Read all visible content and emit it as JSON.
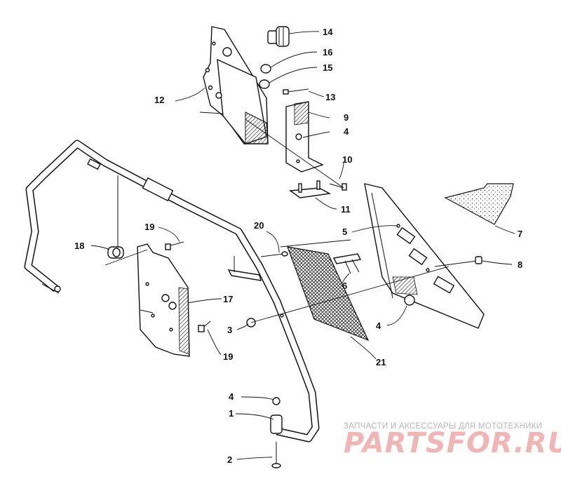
{
  "diagram": {
    "callouts": [
      {
        "id": "c14",
        "label": "14"
      },
      {
        "id": "c16",
        "label": "16"
      },
      {
        "id": "c15",
        "label": "15"
      },
      {
        "id": "c12",
        "label": "12"
      },
      {
        "id": "c13",
        "label": "13"
      },
      {
        "id": "c9",
        "label": "9"
      },
      {
        "id": "c4a",
        "label": "4"
      },
      {
        "id": "c10",
        "label": "10"
      },
      {
        "id": "c11",
        "label": "11"
      },
      {
        "id": "c7",
        "label": "7"
      },
      {
        "id": "c5",
        "label": "5"
      },
      {
        "id": "c20",
        "label": "20"
      },
      {
        "id": "c19a",
        "label": "19"
      },
      {
        "id": "c18",
        "label": "18"
      },
      {
        "id": "c8",
        "label": "8"
      },
      {
        "id": "c6",
        "label": "6"
      },
      {
        "id": "c17",
        "label": "17"
      },
      {
        "id": "c3",
        "label": "3"
      },
      {
        "id": "c4b",
        "label": "4"
      },
      {
        "id": "c19b",
        "label": "19"
      },
      {
        "id": "c21",
        "label": "21"
      },
      {
        "id": "c4c",
        "label": "4"
      },
      {
        "id": "c1",
        "label": "1"
      },
      {
        "id": "c2",
        "label": "2"
      }
    ]
  },
  "watermark": {
    "tagline": "ЗАПЧАСТИ И АКСЕССУАРЫ ДЛЯ МОТОТЕХНИКИ",
    "logo": "PARTSFOR.RU"
  }
}
